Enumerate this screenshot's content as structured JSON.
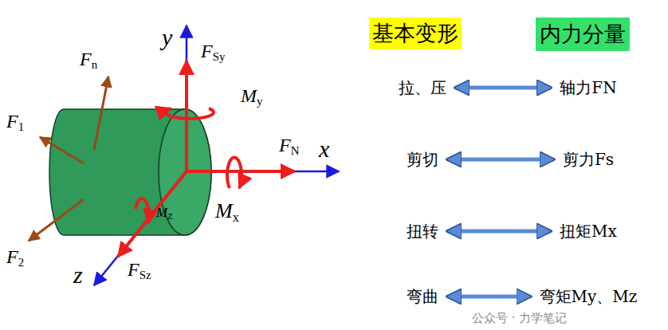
{
  "diagram": {
    "nodes": [
      {
        "text": [
          "基本变形"
        ]
      },
      {
        "text": [
          "内力分量"
        ]
      },
      {
        "text": [
          "拉、压"
        ]
      },
      {
        "text": [
          "轴力FN"
        ]
      },
      {
        "text": [
          "剪切"
        ]
      },
      {
        "text": [
          "剪力Fs"
        ]
      },
      {
        "text": [
          "扭转"
        ]
      },
      {
        "text": [
          "扭矩Mx"
        ]
      },
      {
        "text": [
          "弯曲"
        ]
      },
      {
        "text": [
          "弯矩My、Mz"
        ]
      }
    ],
    "edges": [
      {
        "from": 2,
        "to": 3,
        "arrow": "both"
      },
      {
        "from": 4,
        "to": 5,
        "arrow": "both"
      },
      {
        "from": 6,
        "to": 7,
        "arrow": "both"
      },
      {
        "from": 8,
        "to": 9,
        "arrow": "both"
      }
    ],
    "labels": [
      "Fn",
      "F1",
      "F2",
      "y",
      "FSy",
      "My",
      "FN",
      "x",
      "Mx",
      "MZ",
      "z",
      "FSz",
      "公众号 · 力学笔记"
    ]
  }
}
